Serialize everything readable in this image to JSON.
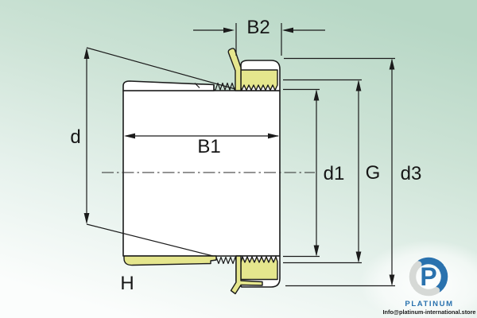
{
  "drawing": {
    "dimension_labels": {
      "b2": "B2",
      "d": "d",
      "b1": "B1",
      "d1": "d1",
      "g": "G",
      "d3": "d3",
      "h": "H"
    }
  },
  "branding": {
    "monogram": "P",
    "name": "PLATINUM",
    "contact": "Info@platinum-international.store",
    "brand_color": "#2a72ae"
  },
  "palette": {
    "background_top": "#b7d7c5",
    "background_bottom": "#fbfdfc",
    "section_fill": "#e5e68d",
    "line_color": "#1b1b1b",
    "logo_gray": "#d6d9d6"
  }
}
